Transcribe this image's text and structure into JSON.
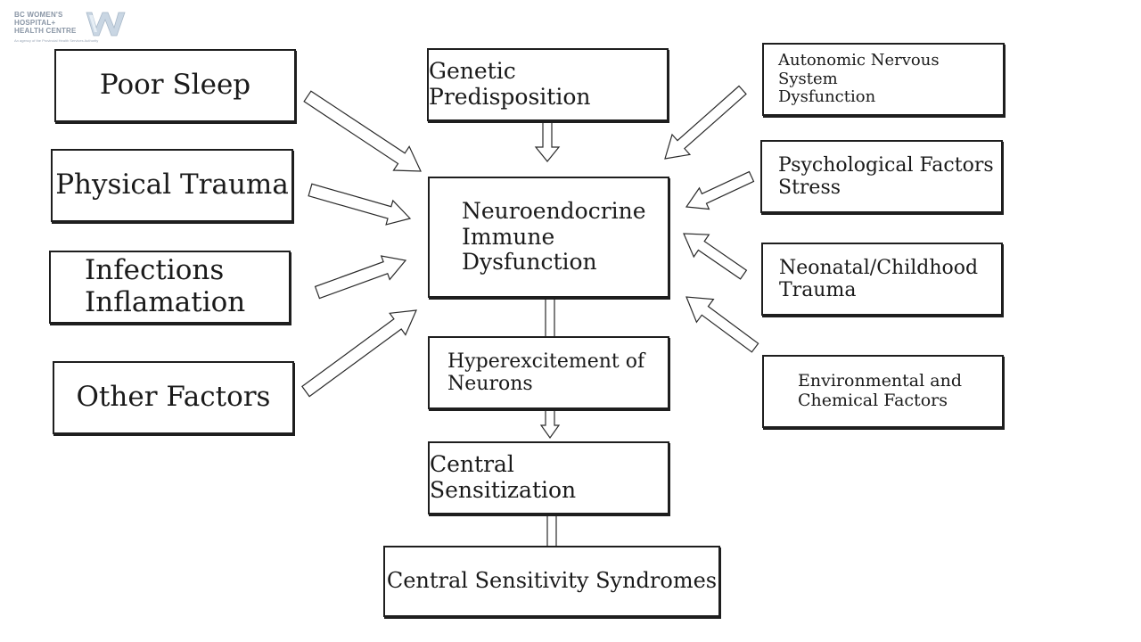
{
  "logo": {
    "name": "BC WOMEN'S\nHOSPITAL+\nHEALTH CENTRE",
    "tagline": "An agency of the Provincial Health Services Authority",
    "color": "#8a96a6"
  },
  "boxes": {
    "poor_sleep": "Poor Sleep",
    "physical_trauma": "Physical Trauma",
    "infections": "Infections\nInflamation",
    "other_factors": "Other Factors",
    "genetic": "Genetic Predisposition",
    "neuroendocrine": "Neuroendocrine\nImmune\nDysfunction",
    "hyperexcitement": "Hyperexcitement of\nNeurons",
    "central_sensitization": "Central Sensitization",
    "syndromes": "Central Sensitivity Syndromes",
    "autonomic": "Autonomic Nervous System\nDysfunction",
    "psychological": "Psychological Factors\nStress",
    "neonatal": "Neonatal/Childhood\nTrauma",
    "environmental": "Environmental and\nChemical Factors"
  },
  "colors": {
    "stroke": "#1e1e1e",
    "background": "#ffffff"
  }
}
